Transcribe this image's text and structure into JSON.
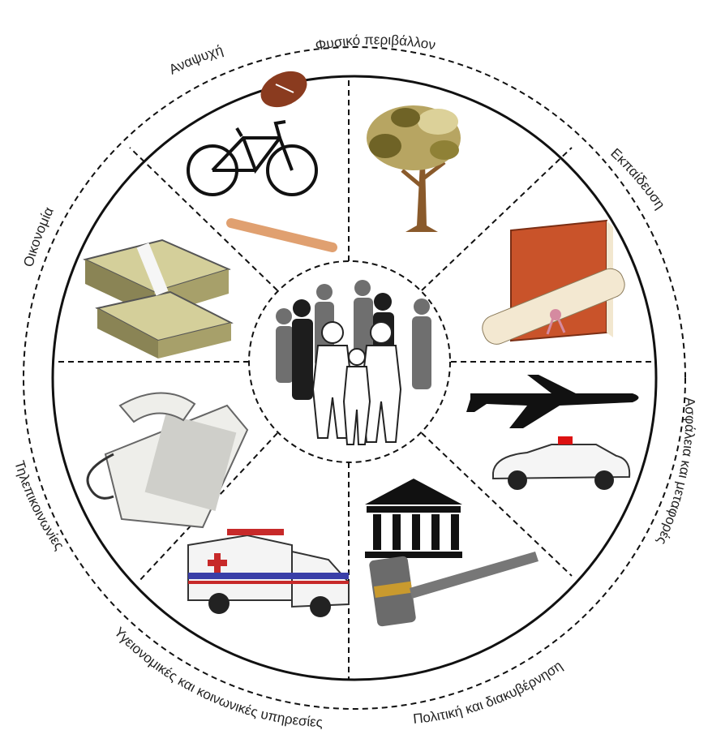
{
  "diagram": {
    "segments": [
      {
        "id": "environment",
        "label": "Φυσικό περιβάλλον",
        "icon": "tree-icon"
      },
      {
        "id": "education",
        "label": "Εκπαίδευση",
        "icon": "book-diploma-icon"
      },
      {
        "id": "safety",
        "label": "Ασφάλεια και μεταφορές",
        "icon": "airplane-police-car-icon"
      },
      {
        "id": "politics",
        "label": "Πολιτική και διακυβέρνηση",
        "icon": "courthouse-gavel-icon"
      },
      {
        "id": "health",
        "label": "Υγειονομικές και κοινωνικές υπηρεσίες",
        "icon": "ambulance-icon"
      },
      {
        "id": "telecom",
        "label": "Τηλεπικοινωνίες",
        "icon": "telephone-icon"
      },
      {
        "id": "economy",
        "label": "Οικονομία",
        "icon": "money-stacks-icon"
      },
      {
        "id": "recreation",
        "label": "Αναψυχή",
        "icon": "sports-equipment-icon"
      }
    ],
    "center": {
      "icon": "people-silhouettes-icon"
    }
  }
}
